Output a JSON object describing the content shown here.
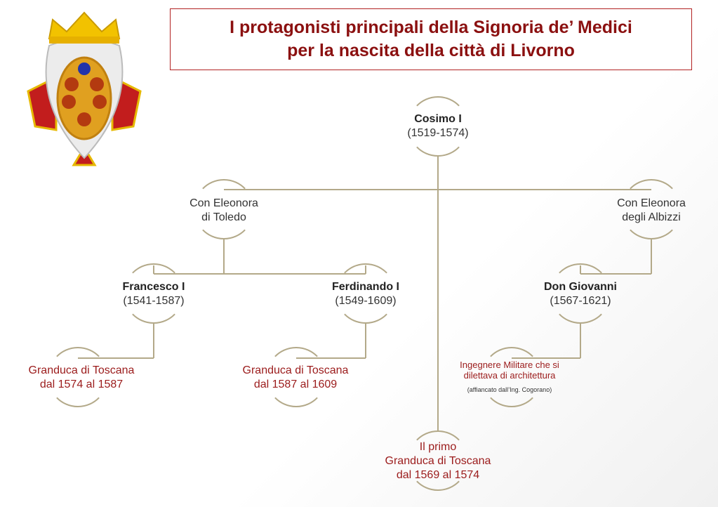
{
  "title": {
    "line1": "I protagonisti principali della Signoria de’ Medici",
    "line2": "per la nascita della città di Livorno"
  },
  "crest": {
    "label": "Medici coat of arms"
  },
  "nodes": {
    "cosimo": {
      "name": "Cosimo I",
      "dates": "(1519-1574)"
    },
    "toledo": {
      "line1": "Con Eleonora",
      "line2": "di Toledo"
    },
    "albizzi": {
      "line1": "Con Eleonora",
      "line2": "degli Albizzi"
    },
    "francesco": {
      "name": "Francesco I",
      "dates": "(1541-1587)"
    },
    "ferdinando": {
      "name": "Ferdinando I",
      "dates": "(1549-1609)"
    },
    "giovanni": {
      "name": "Don Giovanni",
      "dates": "(1567-1621)"
    },
    "francesco_role": {
      "line1": "Granduca di Toscana",
      "line2": "dal 1574 al 1587"
    },
    "ferdinando_role": {
      "line1": "Granduca di Toscana",
      "line2": "dal 1587 al 1609"
    },
    "giovanni_role": {
      "line1": "Ingegnere Militare che si",
      "line2": "dilettava di architettura",
      "note": "(affiancato dall’Ing. Cogorano)"
    },
    "cosimo_role": {
      "line1": "Il primo",
      "line2": "Granduca di Toscana",
      "line3": "dal 1569 al 1574"
    }
  },
  "colors": {
    "accent": "#9b1b1b",
    "line": "#b3a989"
  }
}
